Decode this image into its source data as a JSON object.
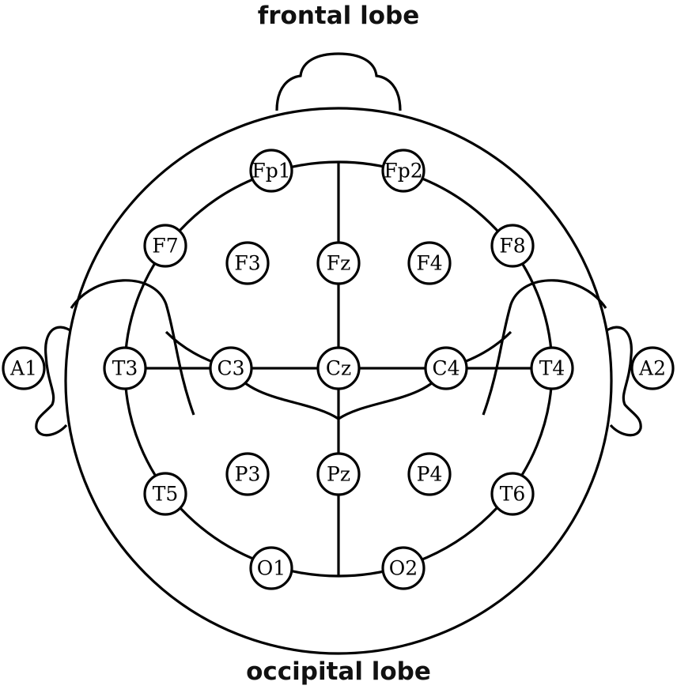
{
  "labels": {
    "top": "frontal lobe",
    "bottom": "occipital lobe"
  },
  "electrodes": [
    {
      "id": "fp1",
      "label": "Fp1"
    },
    {
      "id": "fp2",
      "label": "Fp2"
    },
    {
      "id": "f7",
      "label": "F7"
    },
    {
      "id": "f3",
      "label": "F3"
    },
    {
      "id": "fz",
      "label": "Fz"
    },
    {
      "id": "f4",
      "label": "F4"
    },
    {
      "id": "f8",
      "label": "F8"
    },
    {
      "id": "a1",
      "label": "A1"
    },
    {
      "id": "t3",
      "label": "T3"
    },
    {
      "id": "c3",
      "label": "C3"
    },
    {
      "id": "cz",
      "label": "Cz"
    },
    {
      "id": "c4",
      "label": "C4"
    },
    {
      "id": "t4",
      "label": "T4"
    },
    {
      "id": "a2",
      "label": "A2"
    },
    {
      "id": "t5",
      "label": "T5"
    },
    {
      "id": "p3",
      "label": "P3"
    },
    {
      "id": "pz",
      "label": "Pz"
    },
    {
      "id": "p4",
      "label": "P4"
    },
    {
      "id": "t6",
      "label": "T6"
    },
    {
      "id": "o1",
      "label": "O1"
    },
    {
      "id": "o2",
      "label": "O2"
    }
  ]
}
